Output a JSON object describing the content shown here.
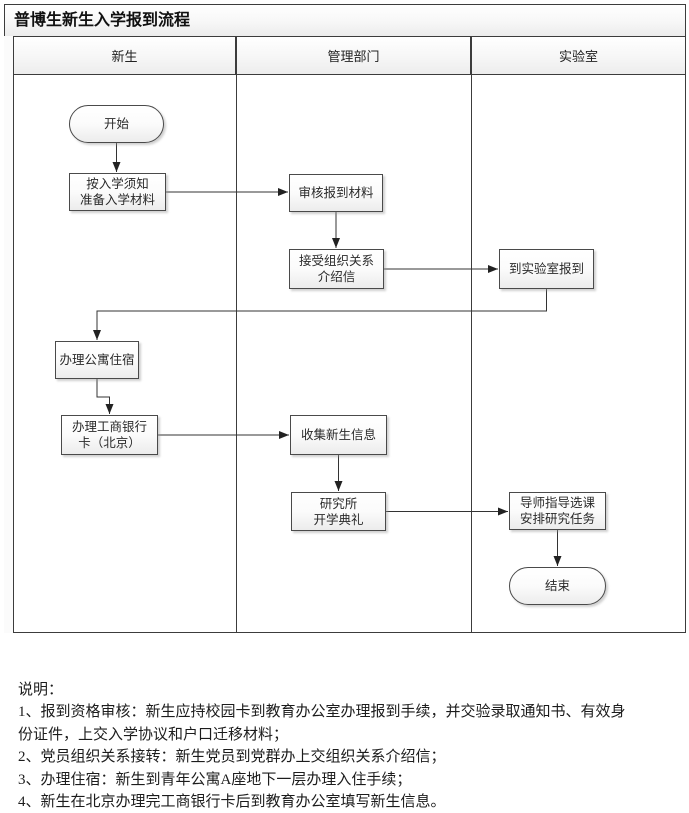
{
  "title": "普博生新生入学报到流程",
  "lanes": [
    {
      "label": "新生"
    },
    {
      "label": "管理部门"
    },
    {
      "label": "实验室"
    }
  ],
  "flowchart": {
    "nodes": {
      "start": "开始",
      "prepare": "按入学须知\n准备入学材料",
      "review": "审核报到材料",
      "letter": "接受组织关系\n介绍信",
      "lab_report": "到实验室报到",
      "dorm": "办理公寓住宿",
      "bank": "办理工商银行\n卡（北京）",
      "collect": "收集新生信息",
      "ceremony": "研究所\n开学典礼",
      "advisor": "导师指导选课\n安排研究任务",
      "end": "结束"
    },
    "edges": [
      [
        "start",
        "prepare"
      ],
      [
        "prepare",
        "review"
      ],
      [
        "review",
        "letter"
      ],
      [
        "letter",
        "lab_report"
      ],
      [
        "lab_report",
        "dorm"
      ],
      [
        "dorm",
        "bank"
      ],
      [
        "bank",
        "collect"
      ],
      [
        "collect",
        "ceremony"
      ],
      [
        "ceremony",
        "advisor"
      ],
      [
        "advisor",
        "end"
      ]
    ]
  },
  "notes": {
    "lines": [
      "说明：",
      "1、报到资格审核：新生应持校园卡到教育办公室办理报到手续，并交验录取通知书、有效身",
      "份证件，上交入学协议和户口迁移材料；",
      "2、党员组织关系接转：新生党员到党群办上交组织关系介绍信；",
      "3、办理住宿：新生到青年公寓A座地下一层办理入住手续；",
      "4、新生在北京办理完工商银行卡后到教育办公室填写新生信息。"
    ]
  },
  "colors": {
    "frame_border": "#3c3c3c",
    "node_border": "#4a4a4a",
    "node_fill_top": "#ffffff",
    "node_fill_bottom": "#ececec",
    "text": "#1c1c1c"
  }
}
